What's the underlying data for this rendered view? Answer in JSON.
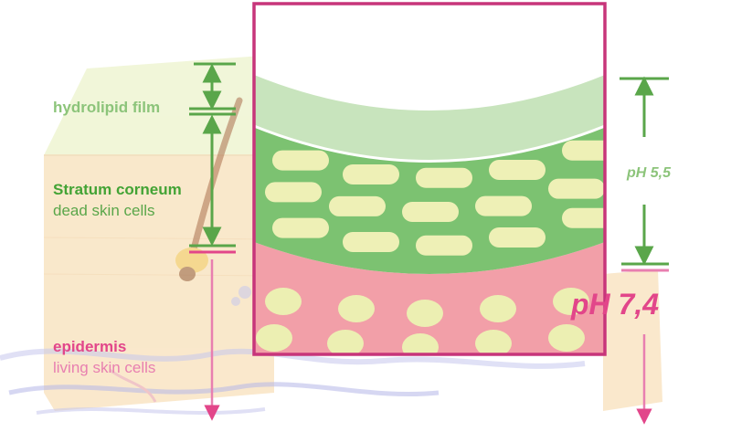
{
  "labels": {
    "hydrolipid_film": "hydrolipid film",
    "stratum_corneum": "Stratum corneum",
    "dead_skin_cells": "dead skin cells",
    "epidermis": "epidermis",
    "living_skin_cells": "living skin cells",
    "ph_surface": "pH 5,5",
    "ph_epidermis": "pH 7,4"
  },
  "colors": {
    "green": "#5aa64a",
    "light_green": "#8cc47a",
    "pink": "#e2468a",
    "light_pink": "#e87fb0",
    "frame": "#c7357a",
    "film_fill": "#c8e4bd",
    "corneum_fill": "#7cc271",
    "cell_fill": "#eef0b6",
    "epidermis_fill": "#f29fa8",
    "nucleus_fill": "#ecefb2"
  },
  "icons": [
    "hydrolipid-film-thickness-arrow-icon",
    "stratum-corneum-thickness-arrow-icon",
    "epidermis-down-arrow-icon",
    "ph-up-arrow-icon",
    "ph-down-arrow-icon",
    "ph-lower-down-arrow-icon",
    "hair-follicle-icon",
    "blood-vessels-icon"
  ]
}
